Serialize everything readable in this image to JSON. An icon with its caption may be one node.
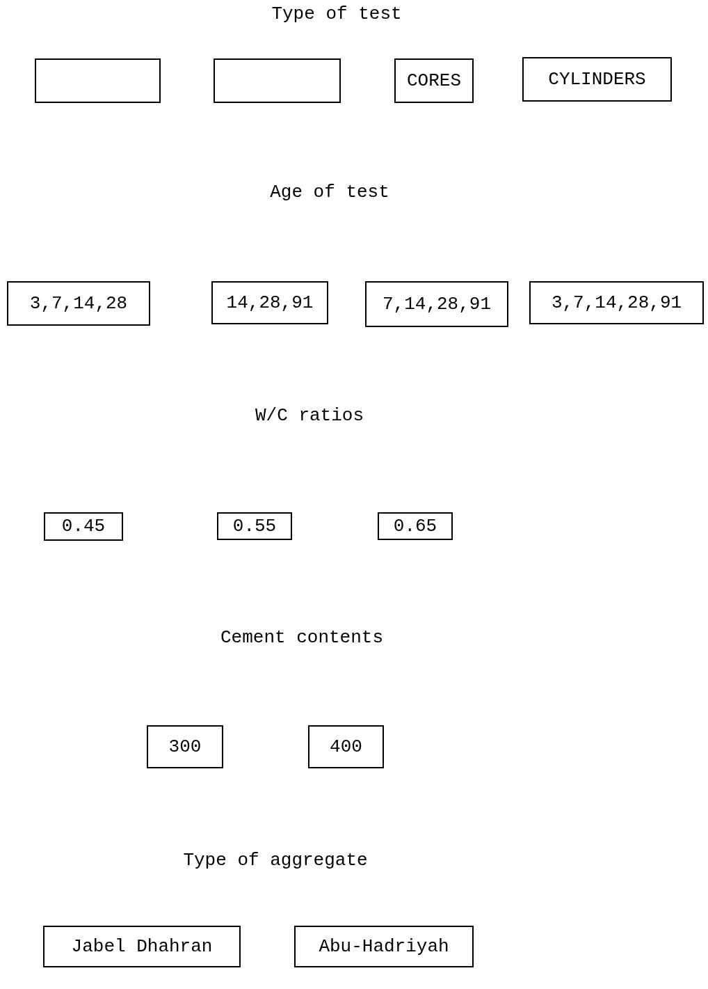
{
  "diagram": {
    "nodes": [
      {
        "text": [],
        "shape": "box"
      },
      {
        "text": [],
        "shape": "box"
      },
      {
        "text": [
          "CORES"
        ]
      },
      {
        "text": [
          "CYLINDERS"
        ]
      },
      {
        "text": [
          "3,7,14,28"
        ]
      },
      {
        "text": [
          "14,28,91"
        ]
      },
      {
        "text": [
          "7,14,28,91"
        ]
      },
      {
        "text": [
          "3,7,14,28,91"
        ]
      },
      {
        "text": [
          "0.45"
        ]
      },
      {
        "text": [
          "0.55"
        ]
      },
      {
        "text": [
          "0.65"
        ]
      },
      {
        "text": [
          "300"
        ]
      },
      {
        "text": [
          "400"
        ]
      },
      {
        "text": [
          "Jabel Dhahran"
        ]
      },
      {
        "text": [
          "Abu-Hadriyah"
        ]
      }
    ],
    "labels": [
      "Type of test",
      "Age of test",
      "W/C ratios",
      "Cement contents",
      "Type of aggregate"
    ]
  }
}
